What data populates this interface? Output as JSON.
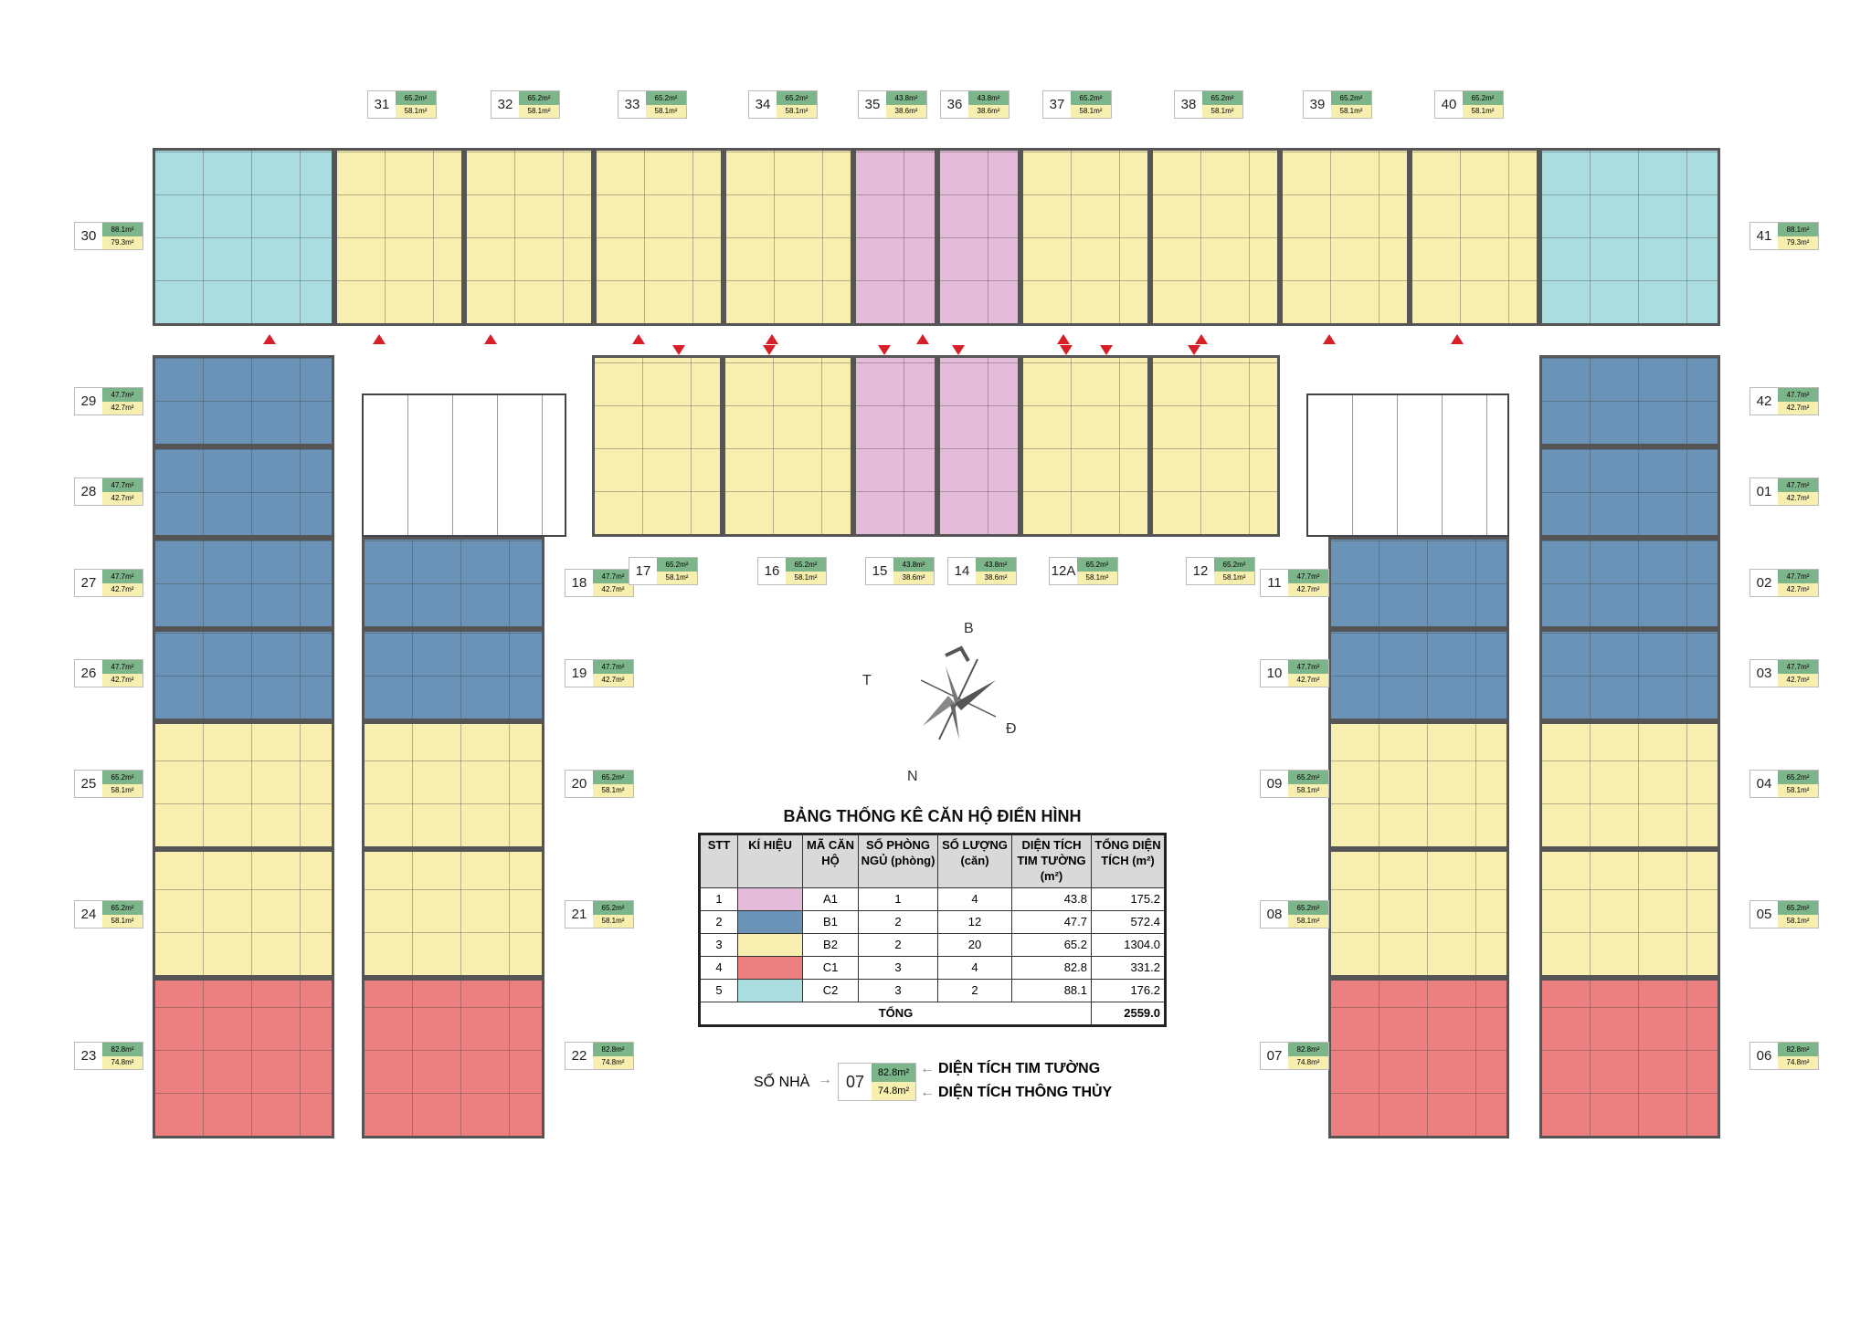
{
  "colors": {
    "A1": "#e4bcd9",
    "B1": "#6b93b8",
    "B2": "#f8eeb0",
    "C1": "#ec8080",
    "C2": "#a9dde0",
    "label_green": "#7db58a",
    "label_yellow": "#f6efb0",
    "entrance": "#d61f26"
  },
  "units": [
    {
      "id": "30",
      "tim_tuong": "88.1m²",
      "thong_thuy": "79.3m²",
      "type": "C2"
    },
    {
      "id": "31",
      "tim_tuong": "65.2m²",
      "thong_thuy": "58.1m²",
      "type": "B2"
    },
    {
      "id": "32",
      "tim_tuong": "65.2m²",
      "thong_thuy": "58.1m²",
      "type": "B2"
    },
    {
      "id": "33",
      "tim_tuong": "65.2m²",
      "thong_thuy": "58.1m²",
      "type": "B2"
    },
    {
      "id": "34",
      "tim_tuong": "65.2m²",
      "thong_thuy": "58.1m²",
      "type": "B2"
    },
    {
      "id": "35",
      "tim_tuong": "43.8m²",
      "thong_thuy": "38.6m²",
      "type": "A1"
    },
    {
      "id": "36",
      "tim_tuong": "43.8m²",
      "thong_thuy": "38.6m²",
      "type": "A1"
    },
    {
      "id": "37",
      "tim_tuong": "65.2m²",
      "thong_thuy": "58.1m²",
      "type": "B2"
    },
    {
      "id": "38",
      "tim_tuong": "65.2m²",
      "thong_thuy": "58.1m²",
      "type": "B2"
    },
    {
      "id": "39",
      "tim_tuong": "65.2m²",
      "thong_thuy": "58.1m²",
      "type": "B2"
    },
    {
      "id": "40",
      "tim_tuong": "65.2m²",
      "thong_thuy": "58.1m²",
      "type": "B2"
    },
    {
      "id": "41",
      "tim_tuong": "88.1m²",
      "thong_thuy": "79.3m²",
      "type": "C2"
    },
    {
      "id": "29",
      "tim_tuong": "47.7m²",
      "thong_thuy": "42.7m²",
      "type": "B1"
    },
    {
      "id": "28",
      "tim_tuong": "47.7m²",
      "thong_thuy": "42.7m²",
      "type": "B1"
    },
    {
      "id": "27",
      "tim_tuong": "47.7m²",
      "thong_thuy": "42.7m²",
      "type": "B1"
    },
    {
      "id": "26",
      "tim_tuong": "47.7m²",
      "thong_thuy": "42.7m²",
      "type": "B1"
    },
    {
      "id": "25",
      "tim_tuong": "65.2m²",
      "thong_thuy": "58.1m²",
      "type": "B2"
    },
    {
      "id": "24",
      "tim_tuong": "65.2m²",
      "thong_thuy": "58.1m²",
      "type": "B2"
    },
    {
      "id": "23",
      "tim_tuong": "82.8m²",
      "thong_thuy": "74.8m²",
      "type": "C1"
    },
    {
      "id": "18",
      "tim_tuong": "47.7m²",
      "thong_thuy": "42.7m²",
      "type": "B1"
    },
    {
      "id": "19",
      "tim_tuong": "47.7m²",
      "thong_thuy": "42.7m²",
      "type": "B1"
    },
    {
      "id": "20",
      "tim_tuong": "65.2m²",
      "thong_thuy": "58.1m²",
      "type": "B2"
    },
    {
      "id": "21",
      "tim_tuong": "65.2m²",
      "thong_thuy": "58.1m²",
      "type": "B2"
    },
    {
      "id": "22",
      "tim_tuong": "82.8m²",
      "thong_thuy": "74.8m²",
      "type": "C1"
    },
    {
      "id": "17",
      "tim_tuong": "65.2m²",
      "thong_thuy": "58.1m²",
      "type": "B2"
    },
    {
      "id": "16",
      "tim_tuong": "65.2m²",
      "thong_thuy": "58.1m²",
      "type": "B2"
    },
    {
      "id": "15",
      "tim_tuong": "43.8m²",
      "thong_thuy": "38.6m²",
      "type": "A1"
    },
    {
      "id": "14",
      "tim_tuong": "43.8m²",
      "thong_thuy": "38.6m²",
      "type": "A1"
    },
    {
      "id": "12A",
      "tim_tuong": "65.2m²",
      "thong_thuy": "58.1m²",
      "type": "B2"
    },
    {
      "id": "12",
      "tim_tuong": "65.2m²",
      "thong_thuy": "58.1m²",
      "type": "B2"
    },
    {
      "id": "11",
      "tim_tuong": "47.7m²",
      "thong_thuy": "42.7m²",
      "type": "B1"
    },
    {
      "id": "10",
      "tim_tuong": "47.7m²",
      "thong_thuy": "42.7m²",
      "type": "B1"
    },
    {
      "id": "09",
      "tim_tuong": "65.2m²",
      "thong_thuy": "58.1m²",
      "type": "B2"
    },
    {
      "id": "08",
      "tim_tuong": "65.2m²",
      "thong_thuy": "58.1m²",
      "type": "B2"
    },
    {
      "id": "07",
      "tim_tuong": "82.8m²",
      "thong_thuy": "74.8m²",
      "type": "C1"
    },
    {
      "id": "42",
      "tim_tuong": "47.7m²",
      "thong_thuy": "42.7m²",
      "type": "B1"
    },
    {
      "id": "01",
      "tim_tuong": "47.7m²",
      "thong_thuy": "42.7m²",
      "type": "B1"
    },
    {
      "id": "02",
      "tim_tuong": "47.7m²",
      "thong_thuy": "42.7m²",
      "type": "B1"
    },
    {
      "id": "03",
      "tim_tuong": "47.7m²",
      "thong_thuy": "42.7m²",
      "type": "B1"
    },
    {
      "id": "04",
      "tim_tuong": "65.2m²",
      "thong_thuy": "58.1m²",
      "type": "B2"
    },
    {
      "id": "05",
      "tim_tuong": "65.2m²",
      "thong_thuy": "58.1m²",
      "type": "B2"
    },
    {
      "id": "06",
      "tim_tuong": "82.8m²",
      "thong_thuy": "74.8m²",
      "type": "C1"
    }
  ],
  "compass": {
    "north": "B",
    "west": "T",
    "east": "Đ",
    "south": "N"
  },
  "table": {
    "title": "BẢNG THỐNG KÊ CĂN HỘ ĐIỂN HÌNH",
    "headers": [
      "STT",
      "KÍ HIỆU",
      "MÃ CĂN HỘ",
      "SỐ PHÒNG NGỦ (phòng)",
      "SỐ LƯỢNG (căn)",
      "DIỆN TÍCH TIM TƯỜNG (m²)",
      "TỔNG DIỆN TÍCH (m²)"
    ],
    "rows": [
      {
        "stt": "1",
        "code": "A1",
        "bedrooms": "1",
        "count": "4",
        "area": "43.8",
        "total": "175.2"
      },
      {
        "stt": "2",
        "code": "B1",
        "bedrooms": "2",
        "count": "12",
        "area": "47.7",
        "total": "572.4"
      },
      {
        "stt": "3",
        "code": "B2",
        "bedrooms": "2",
        "count": "20",
        "area": "65.2",
        "total": "1304.0"
      },
      {
        "stt": "4",
        "code": "C1",
        "bedrooms": "3",
        "count": "4",
        "area": "82.8",
        "total": "331.2"
      },
      {
        "stt": "5",
        "code": "C2",
        "bedrooms": "3",
        "count": "2",
        "area": "88.1",
        "total": "176.2"
      }
    ],
    "total_label": "TỔNG",
    "total_value": "2559.0"
  },
  "legend": {
    "so_nha_label": "SỐ NHÀ",
    "example_no": "07",
    "example_tim_tuong": "82.8m²",
    "example_thong_thuy": "74.8m²",
    "tim_tuong_label": "DIỆN TÍCH TIM TƯỜNG",
    "thong_thuy_label": "DIỆN TÍCH THÔNG THỦY"
  }
}
